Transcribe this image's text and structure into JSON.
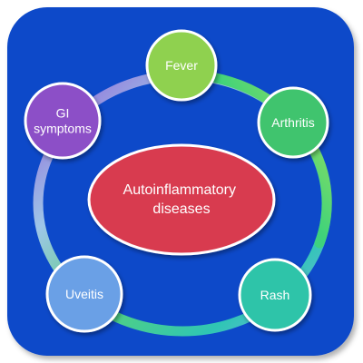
{
  "diagram": {
    "colors": {
      "panel": "#0d49c9",
      "ring": "#9ec6e8",
      "center_fill": "#d83a4f",
      "node_border": "#ffffff"
    },
    "center": {
      "lines": [
        "Autoinflammatory",
        "diseases"
      ]
    },
    "nodes": [
      {
        "id": "fever",
        "lines": [
          "Fever"
        ],
        "color": "#8fd14f"
      },
      {
        "id": "arthritis",
        "lines": [
          "Arthritis"
        ],
        "color": "#3fc46e"
      },
      {
        "id": "rash",
        "lines": [
          "Rash"
        ],
        "color": "#2ec4a9"
      },
      {
        "id": "uveitis",
        "lines": [
          "Uveitis"
        ],
        "color": "#6aa0e6"
      },
      {
        "id": "gi-symptoms",
        "lines": [
          "GI",
          "symptoms"
        ],
        "color": "#8c4fc7"
      }
    ]
  }
}
